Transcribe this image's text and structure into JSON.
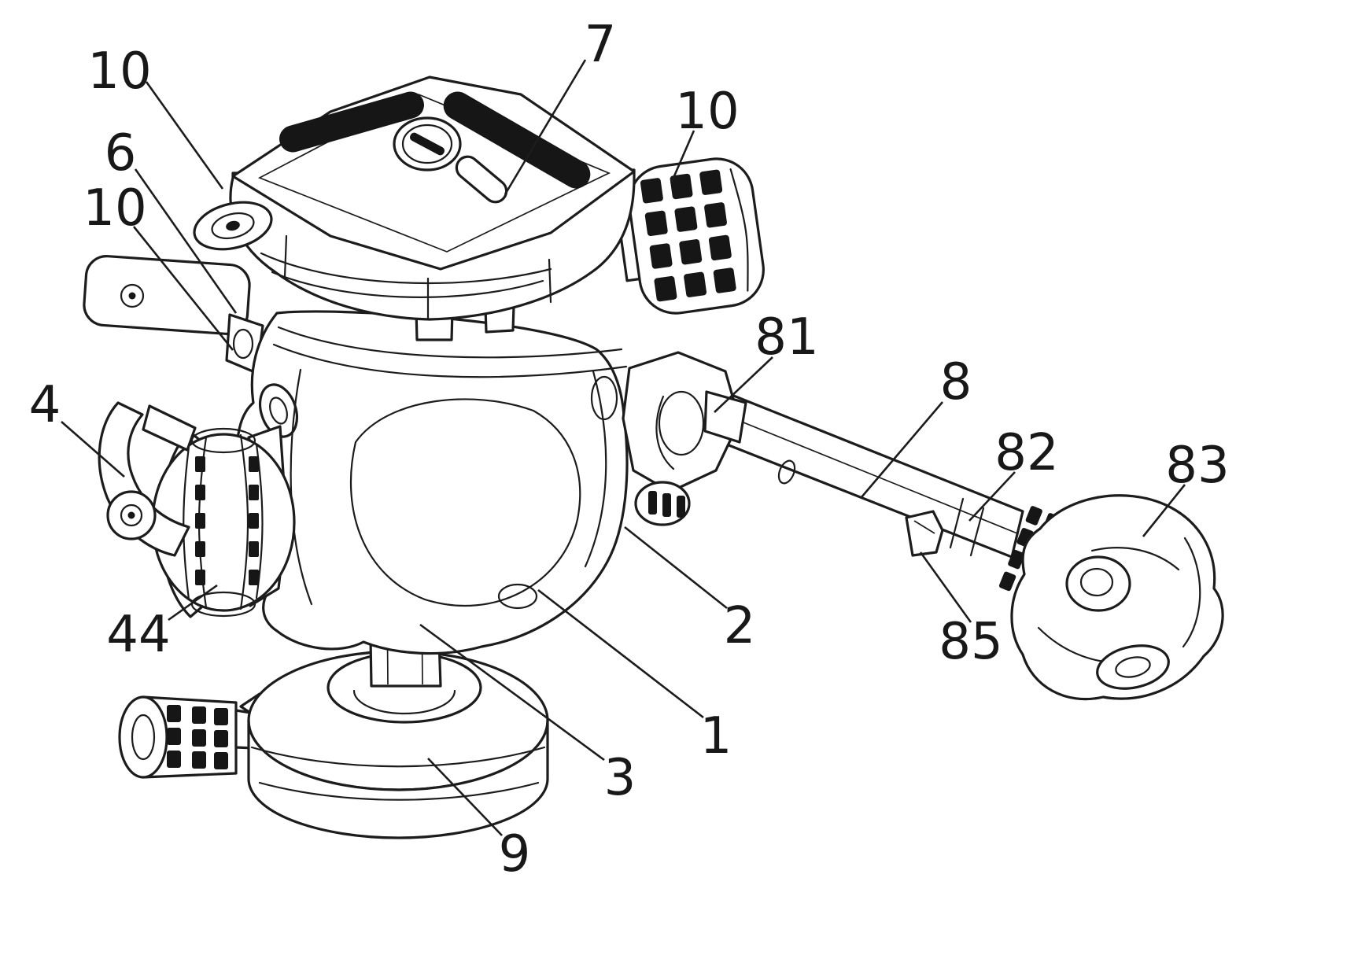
{
  "colors": {
    "line": "#1c1c1c",
    "background": "#ffffff",
    "dark_fill": "#161616"
  },
  "labels": {
    "ref10_top": "10",
    "ref7": "7",
    "ref10_right": "10",
    "ref6": "6",
    "ref10_left": "10",
    "ref4": "4",
    "ref44": "44",
    "ref81": "81",
    "ref8": "8",
    "ref82": "82",
    "ref83": "83",
    "ref2": "2",
    "ref1": "1",
    "ref3": "3",
    "ref9": "9",
    "ref85": "85"
  }
}
